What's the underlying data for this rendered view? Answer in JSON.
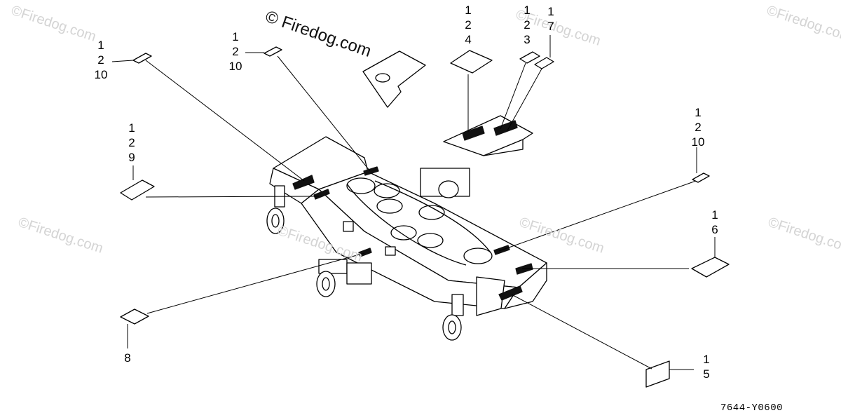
{
  "watermark_text": "©Firedog.com",
  "main_watermark": "© Firedog.com",
  "drawing_code": "7644-Y0600",
  "callouts": {
    "left_top": [
      "1",
      "2",
      "10"
    ],
    "mid_top": [
      "1",
      "2",
      "10"
    ],
    "top_a": [
      "1",
      "2",
      "4"
    ],
    "top_b": [
      "1",
      "2",
      "3"
    ],
    "top_c": [
      "1",
      "7"
    ],
    "right_top": [
      "1",
      "2",
      "10"
    ],
    "left_mid": [
      "1",
      "2",
      "9"
    ],
    "right_mid": [
      "1",
      "6"
    ],
    "bottom_left": [
      "8"
    ],
    "bottom_right": [
      "1",
      "5"
    ]
  }
}
